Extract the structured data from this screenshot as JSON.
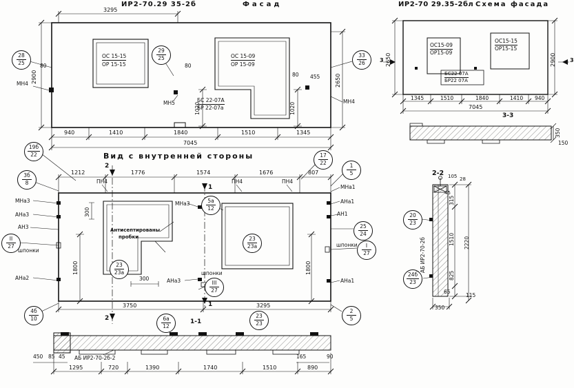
{
  "facade": {
    "code": "ИР2-70.29 35-2б",
    "name": "Фасад",
    "dim_top": "3295",
    "window1_line1": "ОС 15-15",
    "window1_line2": "ОР 15-15",
    "window2_line1": "ОС 15-09",
    "window2_line2": "ОР 15-09",
    "block_line1": "БС 22-07А",
    "block_line2": "БР 22-07а",
    "callout_left_top": "28",
    "callout_left_bot": "25",
    "callout_mid_top": "29",
    "callout_mid_bot": "25",
    "callout_right_top": "33",
    "callout_right_bot": "26",
    "mn_left": "МН4",
    "mn_mid": "МН5",
    "mn_right": "МН4",
    "d80a": "80",
    "d80b": "80",
    "d80c": "80",
    "d455": "455",
    "d1020a": "1020",
    "d1020b": "1020",
    "d2900": "2900",
    "d2650": "2650",
    "bottom_dims": [
      "940",
      "1410",
      "1840",
      "1510",
      "1345"
    ],
    "total": "7045"
  },
  "schema": {
    "code": "ИР2-70 29.35-2бл",
    "name": "Схема фасада",
    "winA_line1": "ОС15-09",
    "winA_line2": "ОР15-09",
    "winB_line1": "ОС15-15",
    "winB_line2": "ОР15-15",
    "block_line1": "БС22 07А",
    "block_line2": "БР22 07А",
    "d2650": "2650",
    "d2900": "2900",
    "flag3_left": "3",
    "flag3_right": "3",
    "bottom_dims": [
      "1345",
      "1510",
      "1840",
      "1410",
      "940"
    ],
    "total": "7045",
    "section_label": "3-3",
    "d350": "350",
    "d150": "150"
  },
  "inner": {
    "title": "Вид с внутренней стороны",
    "top_dims": [
      "1212",
      "1776",
      "1574",
      "1676",
      "807"
    ],
    "pn4_a": "ПН4",
    "pn4_b": "ПН4",
    "pn4_c": "ПН4",
    "flag1_top": "1",
    "flag1_bot": "1",
    "flag2_top": "2",
    "flag2_bot": "2",
    "c19b_t": "19б",
    "c19b_b": "22",
    "c3b_t": "3б",
    "c3b_b": "8",
    "c17_t": "17",
    "c17_b": "22",
    "c1_t": "1",
    "c1_b": "5",
    "c5a_t": "5а",
    "c5a_b": "12",
    "c23aL_t": "23",
    "c23aL_b": "23а",
    "c23aR_t": "23",
    "c23aR_b": "23а",
    "c25_t": "25",
    "c25_b": "24",
    "cI_t": "I",
    "cI_b": "27",
    "cII_t": "II",
    "cII_b": "27",
    "cIII_t": "III",
    "cIII_b": "27",
    "c4b_t": "4б",
    "c4b_b": "10",
    "c2_t": "2",
    "c2_b": "5",
    "c6a_t": "6а",
    "c6a_b": "12",
    "c23_t": "23",
    "c23_b": "23",
    "mna3_left": "МНа3",
    "ana3_left": "АНа3",
    "an3": "АН3",
    "shponki_left": "шпонки",
    "ana2": "АНа2",
    "mna3_mid": "МНа3",
    "ana3_mid": "АНа3",
    "shponki_mid": "шпонки",
    "mna1": "МНа1",
    "ana1_top": "АНа1",
    "an1": "АН1",
    "shponki_right": "шпонки",
    "ana1_bot": "АНа1",
    "antiseptic1": "Антисептированы",
    "antiseptic2": "пробки",
    "d300a": "300",
    "d300b": "300",
    "d1800a": "1800",
    "d1800b": "1800",
    "d3750": "3750",
    "d3295": "3295",
    "section_label": "1-1"
  },
  "section11": {
    "d450": "450",
    "d85": "85",
    "d45": "45",
    "label": "АБ ИР2-70-2б-2",
    "d165": "165",
    "d90": "90",
    "bottom_dims": [
      "1295",
      "720",
      "1390",
      "1740",
      "1510",
      "890"
    ]
  },
  "section22": {
    "title": "2-2",
    "d105": "105",
    "d28": "28",
    "d315": "315",
    "d45": "45",
    "d1510": "1510",
    "d2220": "2220",
    "d825": "825",
    "d65": "65",
    "d115": "115",
    "d350": "350",
    "label": "АБ ИР2-70-2б",
    "ctop_t": "20",
    "ctop_b": "23",
    "cbot_t": "24б",
    "cbot_b": "23"
  }
}
